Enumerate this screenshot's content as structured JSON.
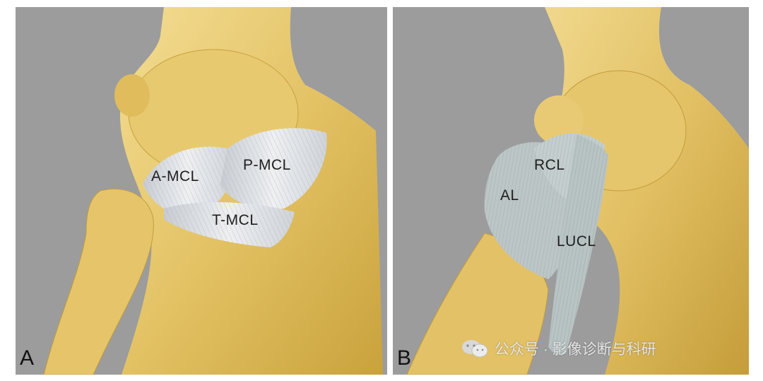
{
  "panel_a": {
    "letter": "A",
    "labels": {
      "a_mcl": "A-MCL",
      "p_mcl": "P-MCL",
      "t_mcl": "T-MCL"
    }
  },
  "panel_b": {
    "letter": "B",
    "labels": {
      "rcl": "RCL",
      "al": "AL",
      "lucl": "LUCL"
    }
  },
  "watermark": {
    "text": "公众号 · 影像诊断与科研",
    "icon": "wechat-icon"
  },
  "colors": {
    "background": "#9c9c9c",
    "bone": "#e2c061",
    "ligament_a": "#dcdfe3",
    "ligament_b": "#bcc6c6"
  }
}
